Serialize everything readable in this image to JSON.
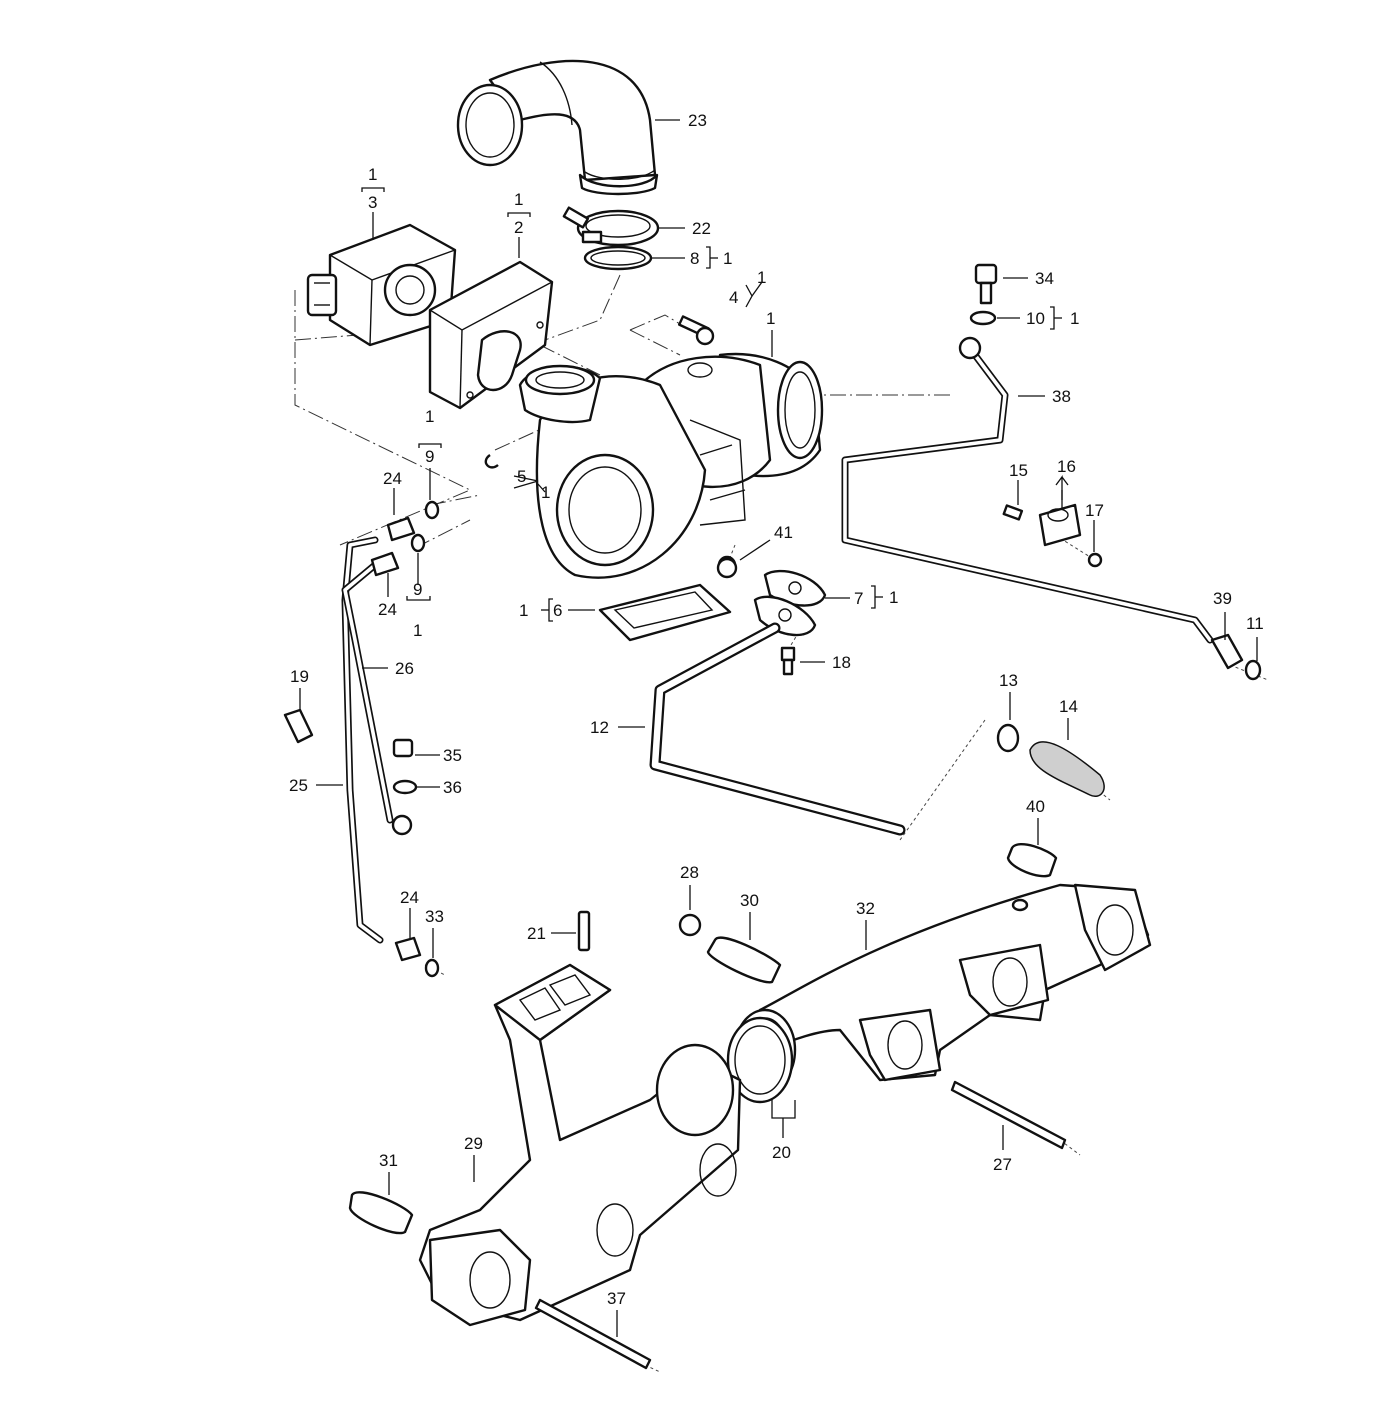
{
  "callouts": [
    {
      "id": "c23",
      "text": "23"
    },
    {
      "id": "c3-top",
      "text": "1"
    },
    {
      "id": "c3",
      "text": "3"
    },
    {
      "id": "c2-top",
      "text": "1"
    },
    {
      "id": "c2",
      "text": "2"
    },
    {
      "id": "c22",
      "text": "22"
    },
    {
      "id": "c8",
      "text": "8"
    },
    {
      "id": "c8-ref",
      "text": "1"
    },
    {
      "id": "c4-ref",
      "text": "1"
    },
    {
      "id": "c4",
      "text": "4"
    },
    {
      "id": "c1",
      "text": "1"
    },
    {
      "id": "c34",
      "text": "34"
    },
    {
      "id": "c10",
      "text": "10"
    },
    {
      "id": "c10-ref",
      "text": "1"
    },
    {
      "id": "c38",
      "text": "38"
    },
    {
      "id": "c9a-top",
      "text": "1"
    },
    {
      "id": "c9a",
      "text": "9"
    },
    {
      "id": "c5",
      "text": "5"
    },
    {
      "id": "c5-ref",
      "text": "1"
    },
    {
      "id": "c24a",
      "text": "24"
    },
    {
      "id": "c15",
      "text": "15"
    },
    {
      "id": "c16",
      "text": "16"
    },
    {
      "id": "c17",
      "text": "17"
    },
    {
      "id": "c41",
      "text": "41"
    },
    {
      "id": "c24b",
      "text": "24"
    },
    {
      "id": "c9b",
      "text": "9"
    },
    {
      "id": "c9b-bot",
      "text": "1"
    },
    {
      "id": "c7",
      "text": "7"
    },
    {
      "id": "c7-ref",
      "text": "1"
    },
    {
      "id": "c6-ref",
      "text": "1"
    },
    {
      "id": "c6",
      "text": "6"
    },
    {
      "id": "c39",
      "text": "39"
    },
    {
      "id": "c11",
      "text": "11"
    },
    {
      "id": "c18",
      "text": "18"
    },
    {
      "id": "c26",
      "text": "26"
    },
    {
      "id": "c19",
      "text": "19"
    },
    {
      "id": "c13",
      "text": "13"
    },
    {
      "id": "c14",
      "text": "14"
    },
    {
      "id": "c12",
      "text": "12"
    },
    {
      "id": "c35",
      "text": "35"
    },
    {
      "id": "c36",
      "text": "36"
    },
    {
      "id": "c25",
      "text": "25"
    },
    {
      "id": "c40",
      "text": "40"
    },
    {
      "id": "c28",
      "text": "28"
    },
    {
      "id": "c30",
      "text": "30"
    },
    {
      "id": "c32",
      "text": "32"
    },
    {
      "id": "c24c",
      "text": "24"
    },
    {
      "id": "c33",
      "text": "33"
    },
    {
      "id": "c21",
      "text": "21"
    },
    {
      "id": "c20",
      "text": "20"
    },
    {
      "id": "c27",
      "text": "27"
    },
    {
      "id": "c31",
      "text": "31"
    },
    {
      "id": "c29",
      "text": "29"
    },
    {
      "id": "c37",
      "text": "37"
    }
  ]
}
